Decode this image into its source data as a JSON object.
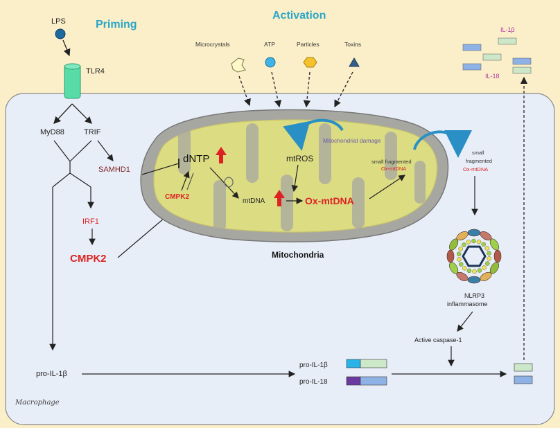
{
  "headings": {
    "priming": "Priming",
    "activation": "Activation"
  },
  "colors": {
    "background": "#fbefc9",
    "cell": "#e8eef8",
    "heading": "#2aa6c7",
    "red_label": "#d22222",
    "mito_outer": "#9c9c98",
    "mito_inner": "#dcdc83",
    "tlr4": "#57dca8"
  },
  "priming": {
    "lps": "LPS",
    "tlr4": "TLR4",
    "myd88": "MyD88",
    "trif": "TRIF",
    "irf1": "IRF1",
    "cmpk2": "CMPK2",
    "samhd1": "SAMHD1",
    "pro_il1b_left": "pro-IL-1β"
  },
  "activation": {
    "triggers": [
      "Microcrystals",
      "ATP",
      "Particles",
      "Toxins"
    ],
    "il1b_top_1": "IL-1β",
    "il1b_top_2": "IL-18"
  },
  "mitochondria": {
    "label": "Mitochondria",
    "dntp": "dNTP",
    "cmpk2_inner": "CMPK2",
    "mtros": "mtROS",
    "damage": "Mitochondrial damage",
    "mtdna": "mtDNA",
    "ox_mtdna": "Ox-mtDNA",
    "frag_inner_1": "small fragmented",
    "frag_inner_2": "Ox-mtDNA",
    "frag_outer_1": "small",
    "frag_outer_2": "fragmented",
    "frag_outer_3": "Ox-mtDNA"
  },
  "inflammasome": {
    "label_1": "NLRP3",
    "label_2": "inflammasome",
    "caspase": "Active caspase-1"
  },
  "bottom": {
    "pro_il1b": "pro-IL-1β",
    "pro_il18": "pro-IL-18",
    "cell_type": "Macrophage"
  }
}
